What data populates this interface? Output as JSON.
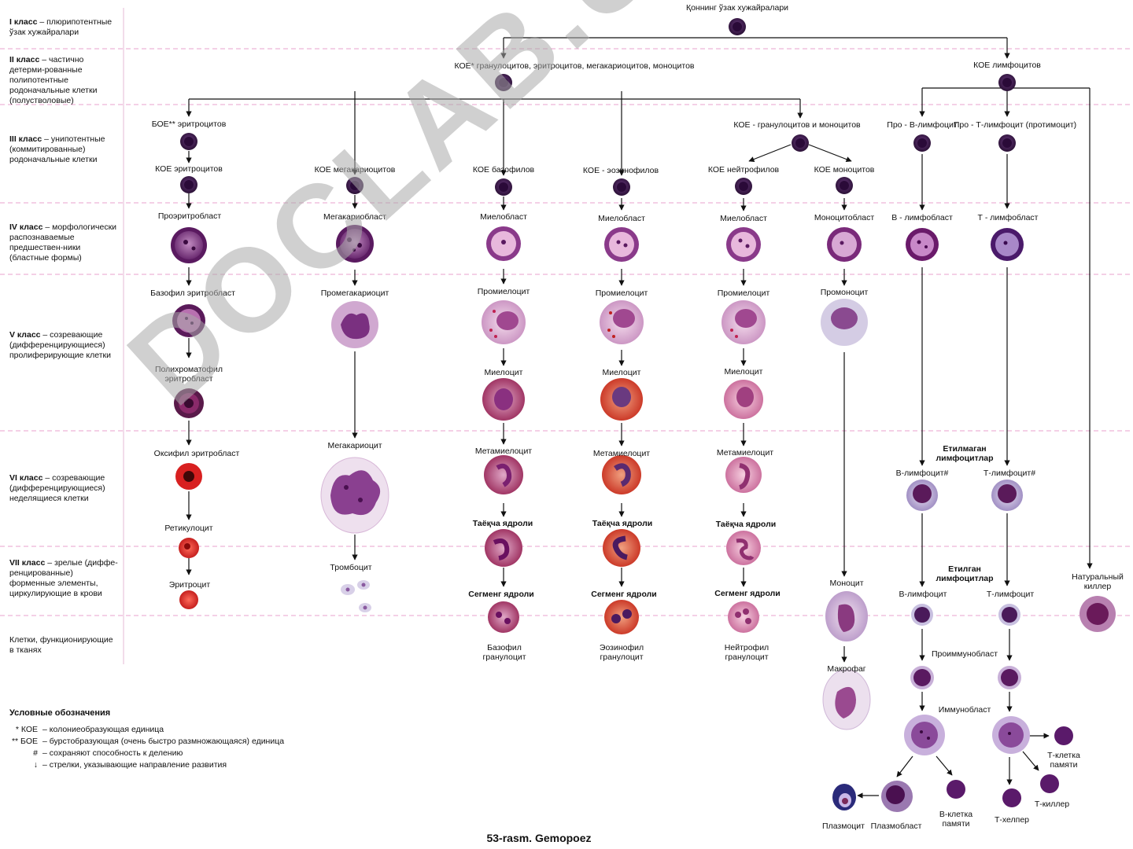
{
  "classes": [
    {
      "id": "c1",
      "title": "I класс",
      "desc": "– плюрипотентные ўзак хужайралари"
    },
    {
      "id": "c2",
      "title": "II класс",
      "desc": "– частично детерми-рованные полипотентные родоначальные клетки (полустволовые)"
    },
    {
      "id": "c3",
      "title": "III класс",
      "desc": "– унипотентные (коммитированные) родоначальные клетки"
    },
    {
      "id": "c4",
      "title": "IV класс",
      "desc": "– морфологически распознаваемые предшествен-ники (бластные формы)"
    },
    {
      "id": "c5",
      "title": "V класс",
      "desc": "– созревающие (дифференцирующиеся) пролиферирующие клетки"
    },
    {
      "id": "c6",
      "title": "VI класс",
      "desc": "– созревающие (дифференцирующиеся) неделящиеся клетки"
    },
    {
      "id": "c7",
      "title": "VII класс",
      "desc": "– зрелые (диффе-ренцированные) форменные элементы, циркулирующие в крови"
    },
    {
      "id": "c8",
      "title": "",
      "desc": "Клетки, функционирующие в тканях"
    }
  ],
  "labels": {
    "stem": "Қоннинг ўзак хужайралари",
    "koe_gemm": "КОЕ* гранулоцитов, эритроцитов, мегакариоцитов, моноцитов",
    "koe_lymph": "КОЕ лимфоцитов",
    "boe": "БОЕ** эритроцитов",
    "koe_gm": "КОЕ - гранулоцитов и моноцитов",
    "pro_b": "Про - В-лимфоцит",
    "pro_t": "Про - Т-лимфоцит (протимоцит)",
    "koe_ery": "КОЕ эритроцитов",
    "koe_mega": "КОЕ мегакариоцитов",
    "koe_baso": "КОЕ базофилов",
    "koe_eos": "КОЕ - эозинофилов",
    "koe_neut": "КОЕ нейтрофилов",
    "koe_mono": "КОЕ моноцитов",
    "proerythroblast": "Проэритробласт",
    "megakaryoblast": "Мегакариобласт",
    "myeloblast": "Миелобласт",
    "monoblast": "Моноцитобласт",
    "b_lymphoblast": "В - лимфобласт",
    "t_lymphoblast": "Т - лимфобласт",
    "baso_erythroblast": "Базофил   эритробласт",
    "promegakaryocyte": "Промегакариоцит",
    "promyelocyte": "Промиелоцит",
    "promonocyte": "Промоноцит",
    "poly_erythroblast": "Полихроматофил эритробласт",
    "myelocyte": "Миелоцит",
    "oxy_erythroblast": "Оксифил   эритробласт",
    "megakaryocyte": "Мегакариоцит",
    "metamyelocyte": "Метамиелоцит",
    "immature_lymph": "Етилмаган лимфоцитлар",
    "b_lymph_hash": "В-лимфоцит#",
    "t_lymph_hash": "Т-лимфоцит#",
    "reticulocyte": "Ретикулоцит",
    "band": "Таёқча ядроли",
    "thrombocyte": "Тромбоцит",
    "mature_lymph": "Етилган лимфоцитлар",
    "erythrocyte": "Эритроцит",
    "segmented": "Сегменг ядроли",
    "monocyte": "Моноцит",
    "b_lymph": "В-лимфоцит",
    "t_lymph": "Т-лимфоцит",
    "nk": "Натуральный киллер",
    "basophil": "Базофил гранулоцит",
    "eosinophil": "Эозинофил гранулоцит",
    "neutrophil": "Нейтрофил гранулоцит",
    "macrophage": "Макрофаг",
    "proimmunoblast": "Проиммунобласт",
    "immunoblast": "Иммунобласт",
    "t_memory": "Т-клетка памяти",
    "t_killer": "Т-киллер",
    "t_helper": "Т-хелпер",
    "plasmocyte": "Плазмоцит",
    "plasmoblast": "Плазмобласт",
    "b_memory": "В-клетка памяти"
  },
  "legend": {
    "title": "Условные обозначения",
    "items": [
      {
        "sym": "*  КОЕ",
        "text": "– колониеобразующая единица"
      },
      {
        "sym": "** БОЕ",
        "text": "– бурстобразующая (очень быстро размножающаяся) единица"
      },
      {
        "sym": "#",
        "text": "– сохраняют способность к делению"
      },
      {
        "sym": "↓",
        "text": "– стрелки, указывающие направление развития"
      }
    ]
  },
  "caption": "53-rasm. Gemopoez",
  "watermark": "DOCLAB.UZ",
  "colors": {
    "stem_cell": "#3c1a4a",
    "blast": "#8a3a8a",
    "erythrocyte": "#d42020",
    "granule_eos": "#d8402a",
    "granule_neutro": "#c06090",
    "separator": "#e0a0c8"
  }
}
